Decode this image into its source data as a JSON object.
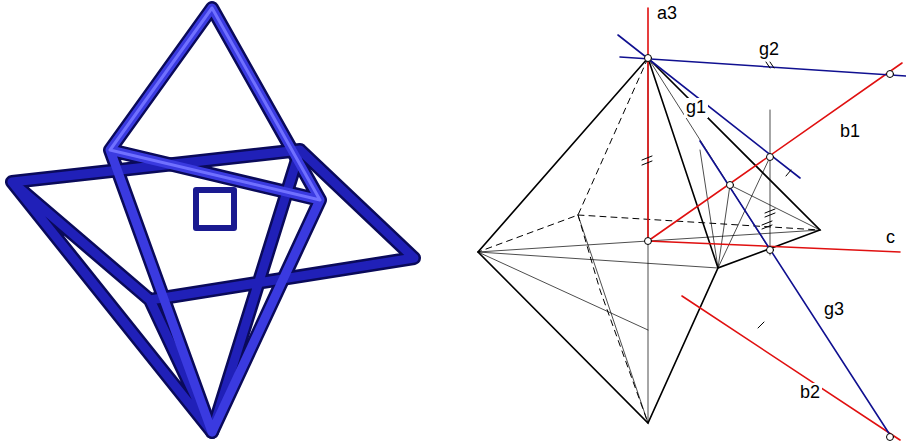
{
  "diagram": {
    "labels": [
      "a3",
      "g2",
      "g1",
      "b1",
      "c",
      "g3",
      "b2"
    ]
  }
}
